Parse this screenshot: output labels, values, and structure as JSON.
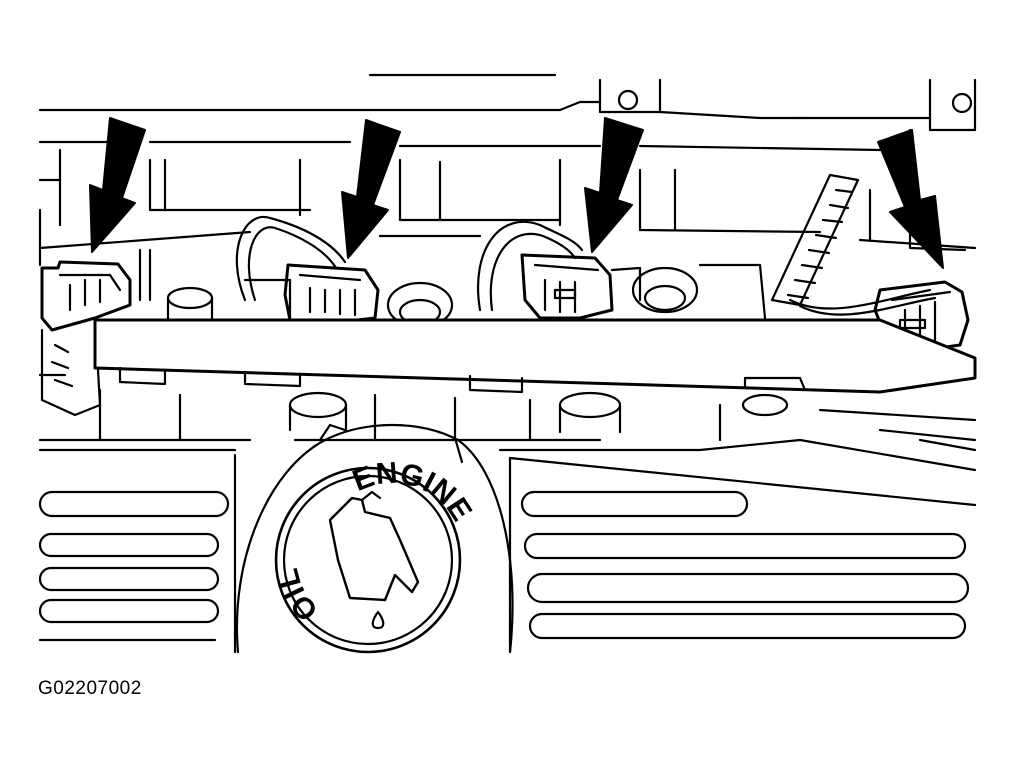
{
  "figure": {
    "id_label": "G02207002",
    "cap": {
      "word_top": "ENGINE",
      "word_left": "OIL"
    },
    "arrows_count_note": "",
    "colors": {
      "ink": "#000000",
      "paper": "#ffffff"
    },
    "arrows": [
      {
        "name": "arrow-connector-1"
      },
      {
        "name": "arrow-connector-2"
      },
      {
        "name": "arrow-connector-3"
      },
      {
        "name": "arrow-connector-4"
      }
    ]
  }
}
